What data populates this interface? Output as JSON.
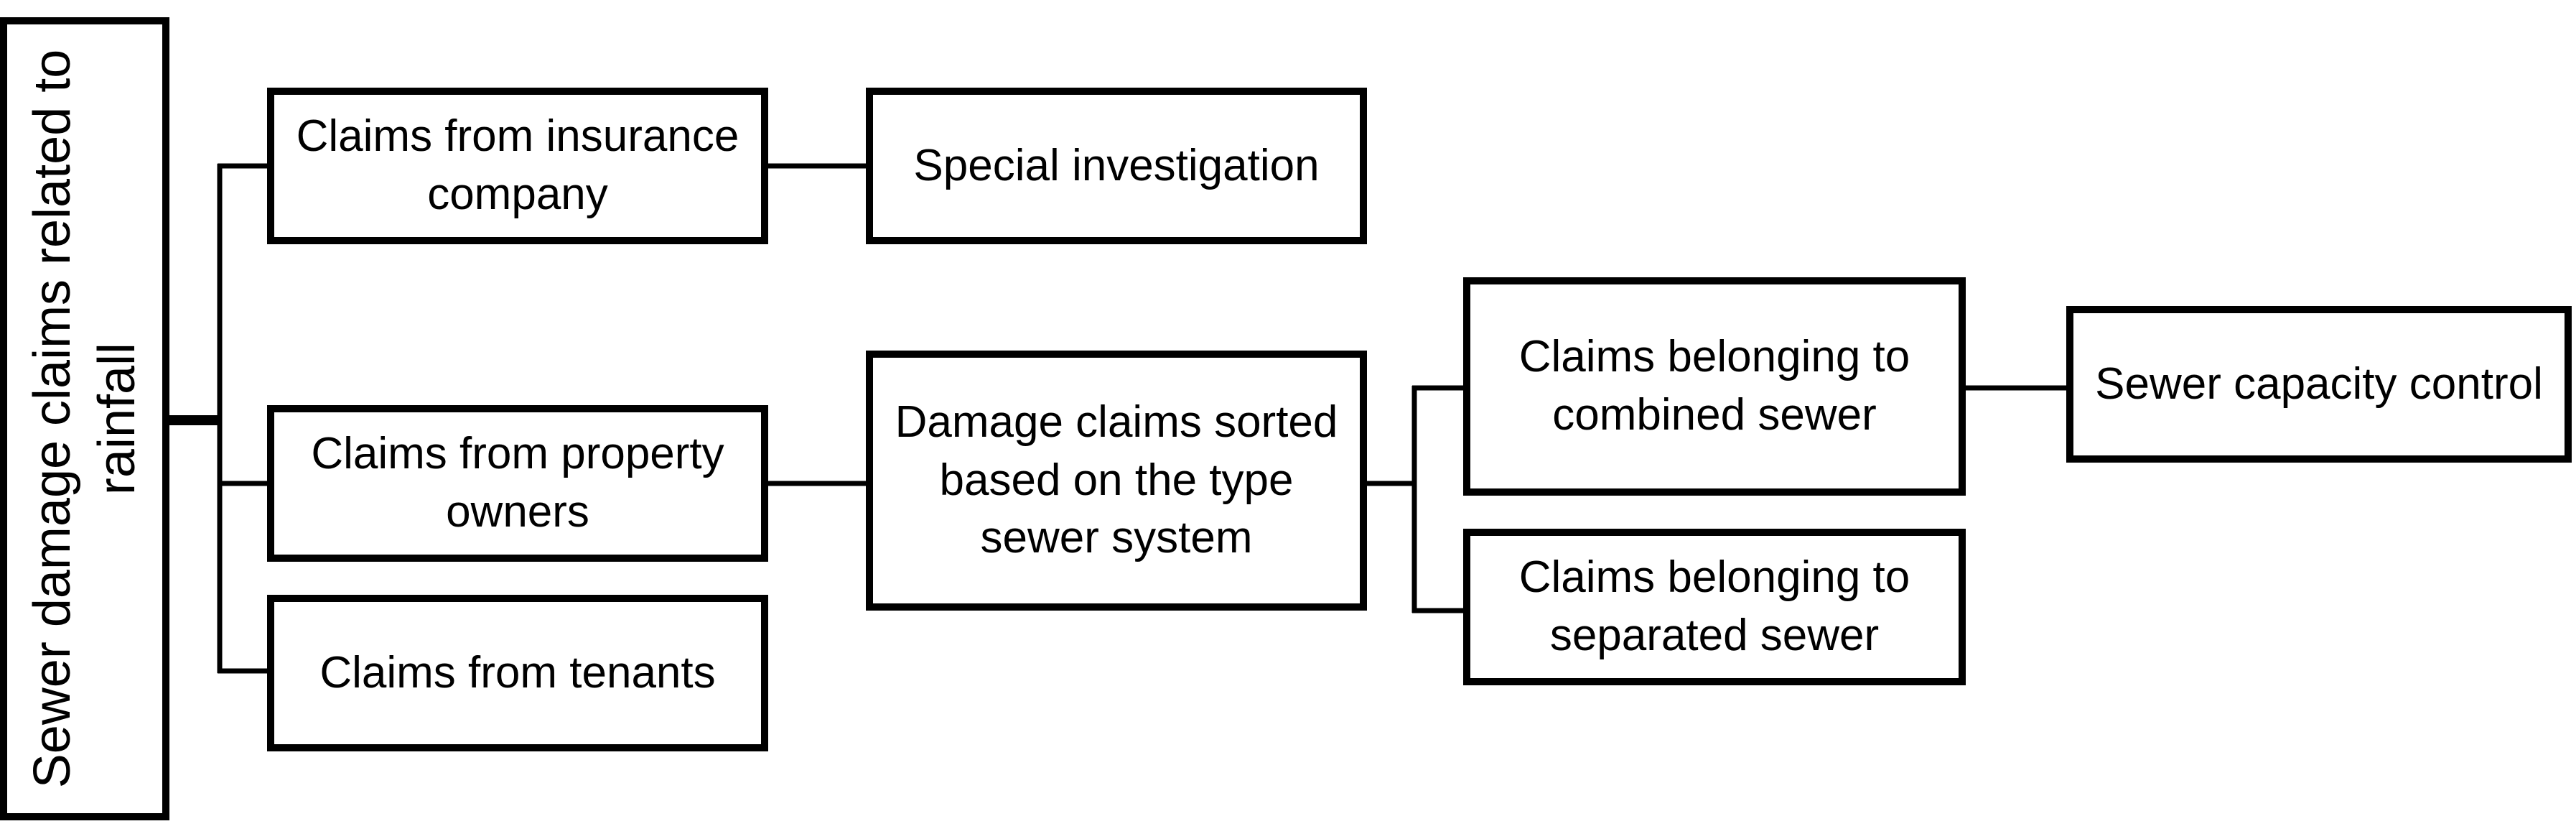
{
  "root": {
    "label": "Sewer damage claims related to rainfall"
  },
  "sources": {
    "insurance": "Claims from insurance company",
    "property_owners": "Claims from property owners",
    "tenants": "Claims from tenants"
  },
  "special_investigation": "Special investigation",
  "sorted": "Damage claims sorted based on the type sewer system",
  "combined": "Claims belonging to combined sewer",
  "separated": "Claims belonging to separated sewer",
  "capacity": "Sewer capacity control"
}
